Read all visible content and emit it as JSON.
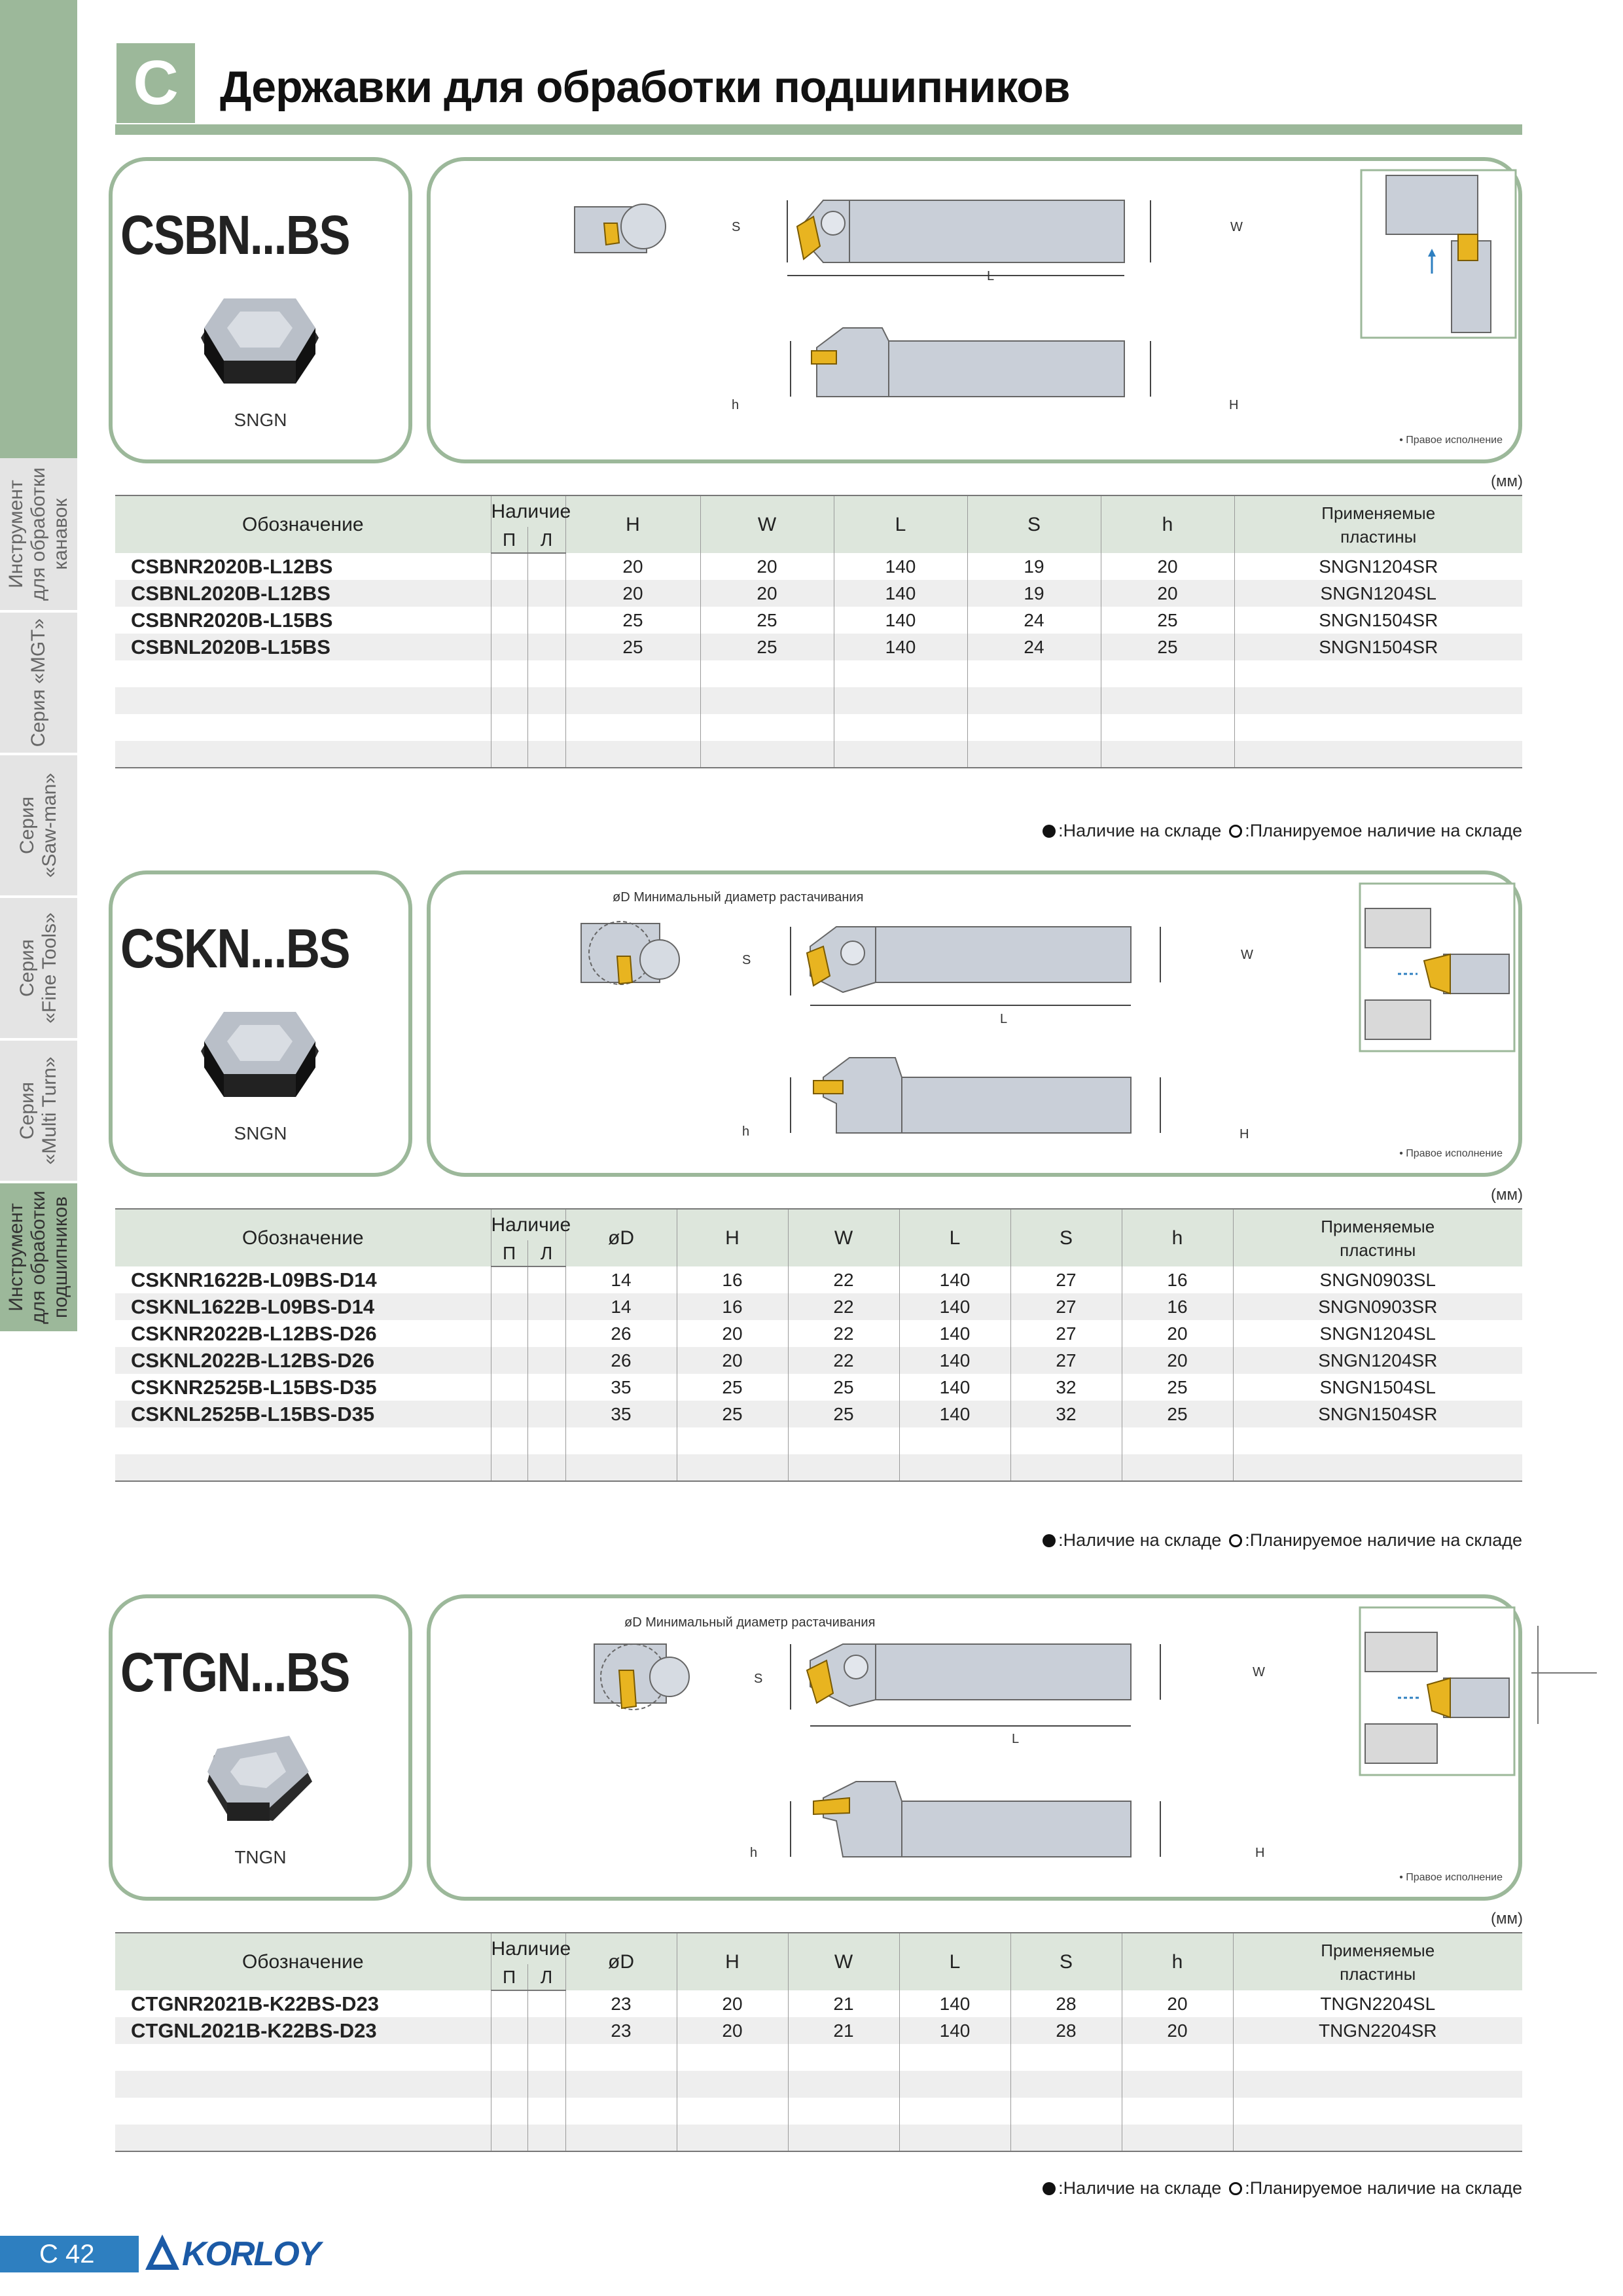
{
  "header": {
    "letter": "C",
    "title": "Державки для обработки подшипников"
  },
  "side_tabs": [
    {
      "lines": [
        "Инструмент",
        "для обработки",
        "канавок"
      ]
    },
    {
      "lines": [
        "Серия «MGT»"
      ]
    },
    {
      "lines": [
        "Серия",
        "«Saw-man»"
      ]
    },
    {
      "lines": [
        "Серия",
        "«Fine Tools»"
      ]
    },
    {
      "lines": [
        "Серия",
        "«Multi Turn»"
      ]
    },
    {
      "lines": [
        "Инструмент",
        "для обработки",
        "подшипников"
      ]
    }
  ],
  "common": {
    "units": "(мм)",
    "right_hand": "• Правое исполнение",
    "min_diameter": "øD Минимальный диаметр растачивания",
    "legend_stock": ":Наличие на складе",
    "legend_planned": ":Планируемое наличие на складе",
    "col_designation": "Обозначение",
    "col_avail": "Наличие",
    "col_avail_r": "П",
    "col_avail_l": "Л",
    "col_insert_1": "Применяемые",
    "col_insert_2": "пластины",
    "dim_labels": {
      "S": "S",
      "W": "W",
      "L": "L",
      "h": "h",
      "H": "H"
    }
  },
  "sections": [
    {
      "series": "CSBN...BS",
      "insert_type": "SNGN",
      "columns": [
        "H",
        "W",
        "L",
        "S",
        "h"
      ],
      "rows": [
        {
          "code": "CSBNR2020B-L12BS",
          "vals": [
            "20",
            "20",
            "140",
            "19",
            "20"
          ],
          "insert": "SNGN1204SR"
        },
        {
          "code": "CSBNL2020B-L12BS",
          "vals": [
            "20",
            "20",
            "140",
            "19",
            "20"
          ],
          "insert": "SNGN1204SL"
        },
        {
          "code": "CSBNR2020B-L15BS",
          "vals": [
            "25",
            "25",
            "140",
            "24",
            "25"
          ],
          "insert": "SNGN1504SR"
        },
        {
          "code": "CSBNL2020B-L15BS",
          "vals": [
            "25",
            "25",
            "140",
            "24",
            "25"
          ],
          "insert": "SNGN1504SR"
        }
      ]
    },
    {
      "series": "CSKN...BS",
      "insert_type": "SNGN",
      "columns": [
        "øD",
        "H",
        "W",
        "L",
        "S",
        "h"
      ],
      "rows": [
        {
          "code": "CSKNR1622B-L09BS-D14",
          "vals": [
            "14",
            "16",
            "22",
            "140",
            "27",
            "16"
          ],
          "insert": "SNGN0903SL"
        },
        {
          "code": "CSKNL1622B-L09BS-D14",
          "vals": [
            "14",
            "16",
            "22",
            "140",
            "27",
            "16"
          ],
          "insert": "SNGN0903SR"
        },
        {
          "code": "CSKNR2022B-L12BS-D26",
          "vals": [
            "26",
            "20",
            "22",
            "140",
            "27",
            "20"
          ],
          "insert": "SNGN1204SL"
        },
        {
          "code": "CSKNL2022B-L12BS-D26",
          "vals": [
            "26",
            "20",
            "22",
            "140",
            "27",
            "20"
          ],
          "insert": "SNGN1204SR"
        },
        {
          "code": "CSKNR2525B-L15BS-D35",
          "vals": [
            "35",
            "25",
            "25",
            "140",
            "32",
            "25"
          ],
          "insert": "SNGN1504SL"
        },
        {
          "code": "CSKNL2525B-L15BS-D35",
          "vals": [
            "35",
            "25",
            "25",
            "140",
            "32",
            "25"
          ],
          "insert": "SNGN1504SR"
        }
      ]
    },
    {
      "series": "CTGN...BS",
      "insert_type": "TNGN",
      "columns": [
        "øD",
        "H",
        "W",
        "L",
        "S",
        "h"
      ],
      "rows": [
        {
          "code": "CTGNR2021B-K22BS-D23",
          "vals": [
            "23",
            "20",
            "21",
            "140",
            "28",
            "20"
          ],
          "insert": "TNGN2204SL"
        },
        {
          "code": "CTGNL2021B-K22BS-D23",
          "vals": [
            "23",
            "20",
            "21",
            "140",
            "28",
            "20"
          ],
          "insert": "TNGN2204SR"
        }
      ]
    }
  ],
  "footer": {
    "page": "C 42",
    "brand": "KORLOY"
  }
}
